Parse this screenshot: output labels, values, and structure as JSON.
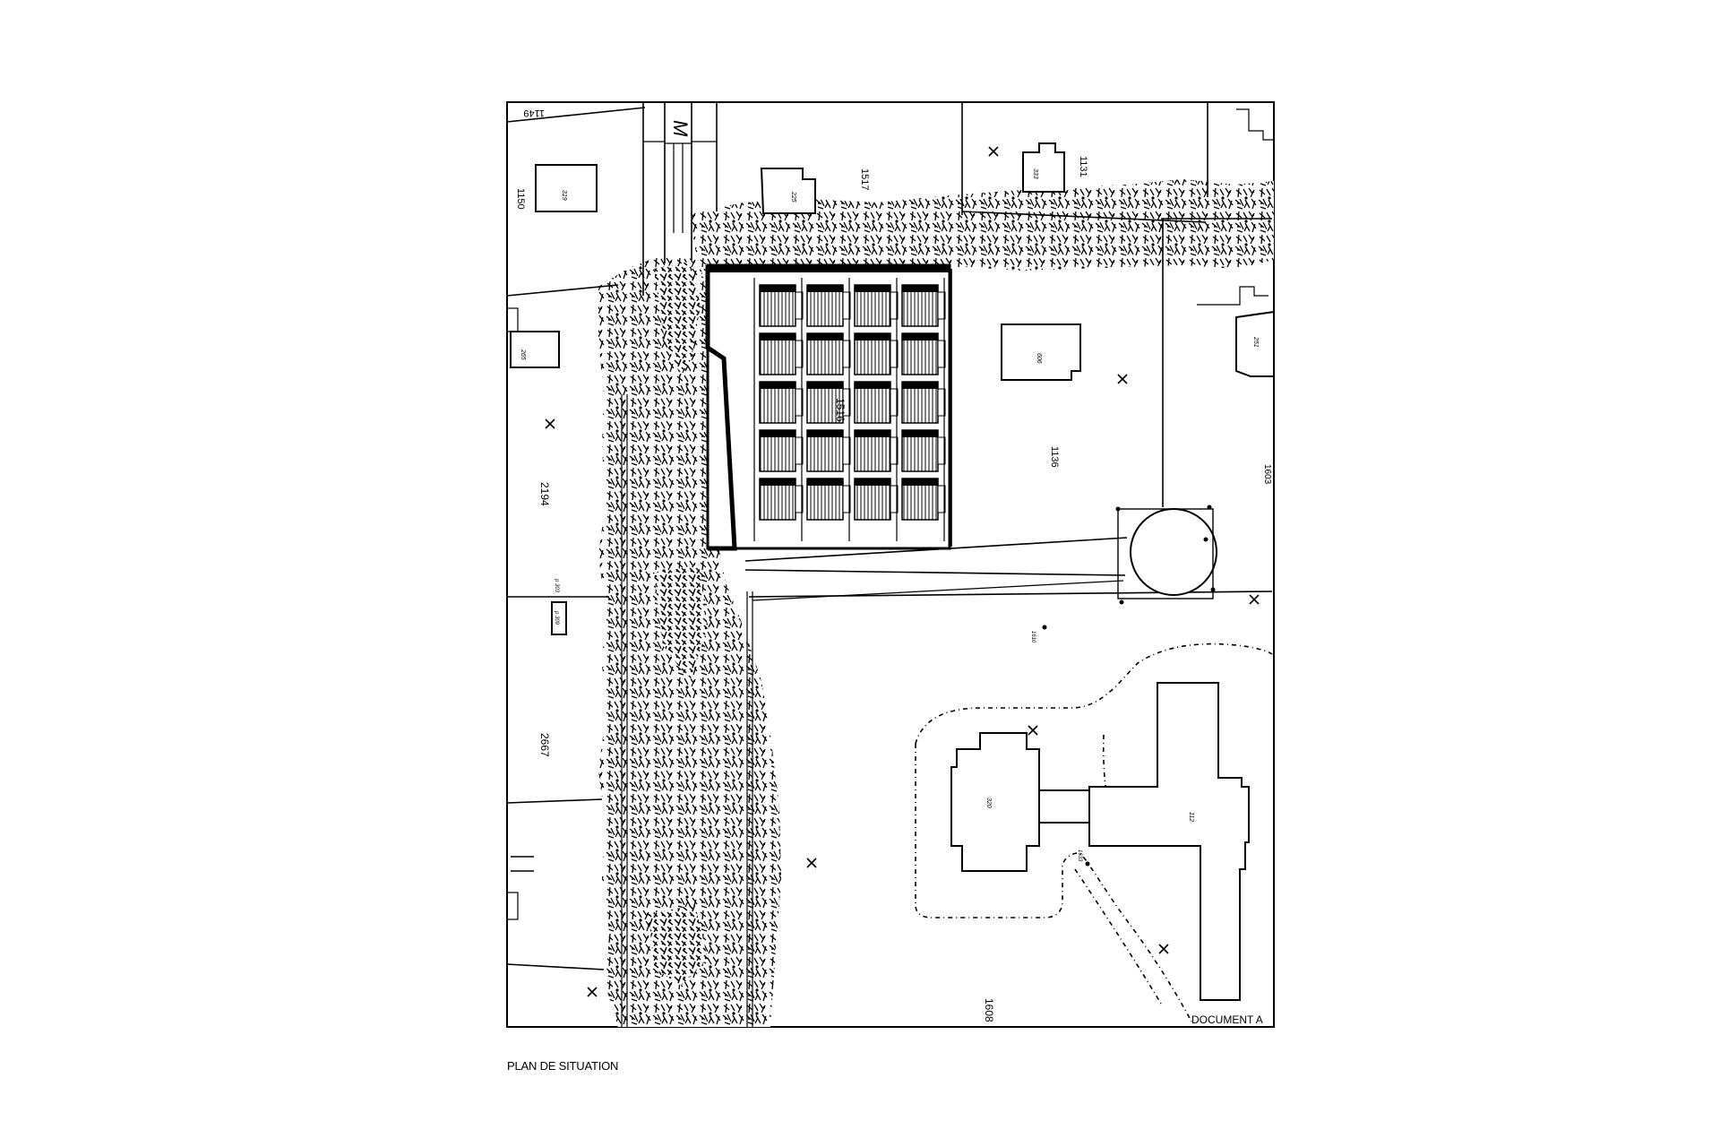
{
  "caption": "PLAN DE SITUATION",
  "document_label": "DOCUMENT A",
  "north_mark": "M",
  "parcels": {
    "p1149": "1149",
    "p1150": "1150",
    "p1517": "1517",
    "p1131": "1131",
    "p1516": "1516",
    "p1136": "1136",
    "p2194": "2194",
    "p2667": "2667",
    "p1608": "1608",
    "p1603": "1603"
  },
  "building_numbers": {
    "b1": "319",
    "b2": "225",
    "b3": "333",
    "b4": "265",
    "b5": "606",
    "b6": "251",
    "b7": "p 303",
    "b8": "p 309",
    "b9": "320",
    "b10": "112"
  },
  "survey_points": {
    "pt1": "1610",
    "pt2": "1633"
  }
}
